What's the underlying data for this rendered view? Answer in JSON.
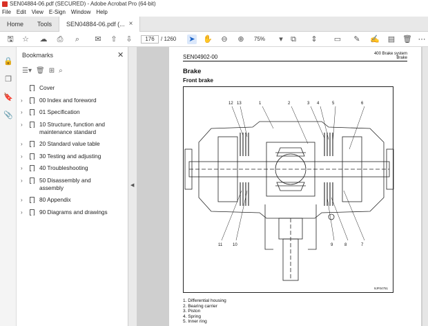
{
  "window": {
    "title": "SEN04884-06.pdf (SECURED) - Adobe Acrobat Pro (64-bit)"
  },
  "menu": [
    "File",
    "Edit",
    "View",
    "E-Sign",
    "Window",
    "Help"
  ],
  "tabs": {
    "home": "Home",
    "tools": "Tools",
    "document": "SEN04884-06.pdf (..."
  },
  "toolbar": {
    "page_current": "176",
    "page_total": "/ 1260",
    "zoom": "75%"
  },
  "bookmarks": {
    "header": "Bookmarks",
    "items": [
      {
        "label": "Cover",
        "expandable": false
      },
      {
        "label": "00 Index and foreword",
        "expandable": true
      },
      {
        "label": "01 Specification",
        "expandable": true
      },
      {
        "label": "10 Structure, function and maintenance standard",
        "expandable": true
      },
      {
        "label": "20 Standard value table",
        "expandable": true
      },
      {
        "label": "30 Testing and adjusting",
        "expandable": true
      },
      {
        "label": "40 Troubleshooting",
        "expandable": true
      },
      {
        "label": "50 Disassembly and assembly",
        "expandable": true
      },
      {
        "label": "80 Appendix",
        "expandable": true
      },
      {
        "label": "90 Diagrams and drawings",
        "expandable": true
      }
    ]
  },
  "document": {
    "code": "SEN04902-00",
    "header_right_1": "400 Brake system",
    "header_right_2": "Brake",
    "section_title": "Brake",
    "subsection_title": "Front brake",
    "figure_id": "9JF04751",
    "callouts_top": [
      "12",
      "13",
      "1",
      "2",
      "3",
      "4",
      "5",
      "6"
    ],
    "callouts_bottom": [
      "11",
      "10",
      "9",
      "8",
      "7"
    ],
    "legend": [
      "1. Differential housing",
      "2. Bearing carrier",
      "3. Piston",
      "4. Spring",
      "5. Inner ring"
    ]
  },
  "colors": {
    "accent": "#1a62c5",
    "doc_bg": "#cfcfcf"
  }
}
